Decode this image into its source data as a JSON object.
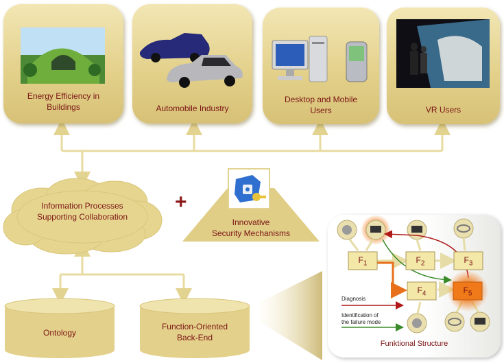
{
  "cards": [
    {
      "id": "energy",
      "label": "Energy Efficiency in Buildings",
      "line1": "Energy Efficiency in",
      "line2": "Buildings"
    },
    {
      "id": "auto",
      "label": "Automobile Industry"
    },
    {
      "id": "desktop",
      "label": "Desktop and Mobile Users",
      "line1": "Desktop and Mobile",
      "line2": "Users"
    },
    {
      "id": "vr",
      "label": "VR Users"
    }
  ],
  "cloud": {
    "line1": "Information Processes",
    "line2": "Supporting Collaboration"
  },
  "plus": "+",
  "security": {
    "line1": "Innovative",
    "line2": "Security Mechanisms"
  },
  "databases": [
    {
      "id": "ontology",
      "line1": "Ontology"
    },
    {
      "id": "backend",
      "line1": "Function-Oriented",
      "line2": "Back-End"
    }
  ],
  "functional": {
    "caption": "Funktional Structure",
    "nodes": [
      {
        "id": "f1",
        "label": "F",
        "sub": "1"
      },
      {
        "id": "f2",
        "label": "F",
        "sub": "2"
      },
      {
        "id": "f3",
        "label": "F",
        "sub": "3"
      },
      {
        "id": "f4",
        "label": "F",
        "sub": "4"
      },
      {
        "id": "f5",
        "label": "F",
        "sub": "5"
      }
    ],
    "legend": [
      {
        "label": "Diagnosis",
        "color": "#b01818"
      },
      {
        "label1": "Identification of",
        "label2": "the failure mode",
        "color": "#3a8a2a"
      }
    ]
  },
  "colors": {
    "accent": "#7a1414",
    "card": "#e2cf88",
    "connector": "#e8dba0",
    "highlight": "#f07a1a"
  }
}
